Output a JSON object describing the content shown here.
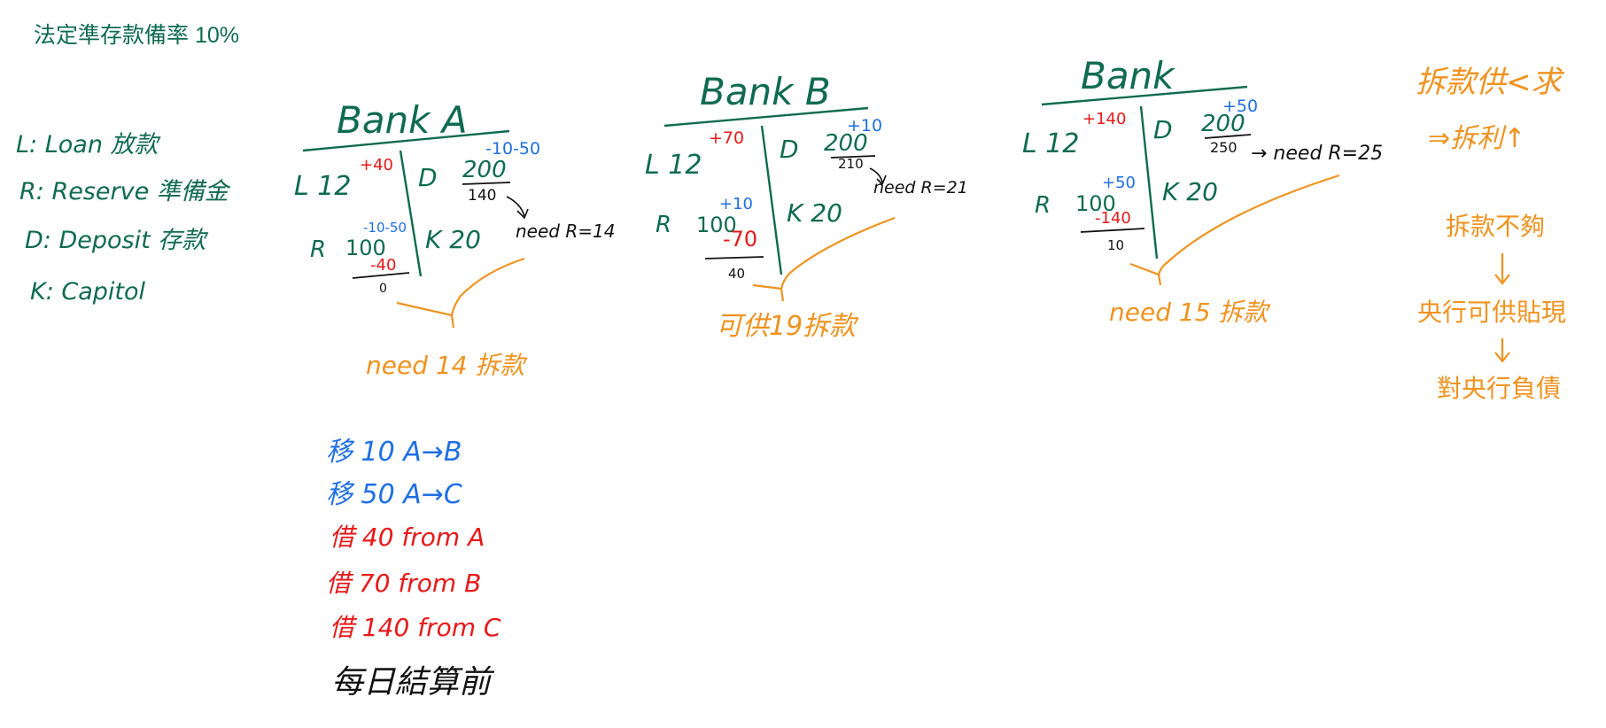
{
  "colors": {
    "green": "#0f6b4f",
    "blue": "#1f6fe5",
    "red": "#e81818",
    "orange": "#f0921e",
    "black": "#111111"
  },
  "title": "法定準存款備率 10%",
  "legend": [
    "L: Loan   放款",
    "R: Reserve  準備金",
    "D: Deposit  存款",
    "K: Capitol"
  ],
  "banks": [
    {
      "name": "Bank A",
      "loan": "L 12",
      "loan_change": "+40",
      "deposit_label": "D",
      "deposit_value": "200",
      "deposit_change": "-10-50",
      "deposit_new": "140",
      "need_reserve": "need R=14",
      "reserve_label": "R",
      "reserve_value": "100",
      "reserve_change": "-10-50",
      "reserve_borrow": "-40",
      "reserve_result": "0",
      "capital": "K  20",
      "bracket_note": "need 14 拆款"
    },
    {
      "name": "Bank B",
      "loan": "L 12",
      "loan_change": "+70",
      "deposit_label": "D",
      "deposit_value": "200",
      "deposit_change": "+10",
      "deposit_new": "210",
      "need_reserve": "need R=21",
      "reserve_label": "R",
      "reserve_value": "100",
      "reserve_change": "+10",
      "reserve_borrow": "-70",
      "reserve_result": "40",
      "capital": "K  20",
      "bracket_note": "可供19拆款"
    },
    {
      "name": "Bank",
      "loan": "L 12",
      "loan_change": "+140",
      "deposit_label": "D",
      "deposit_value": "200",
      "deposit_change": "+50",
      "deposit_new": "250",
      "need_reserve": "→ need R=25",
      "reserve_label": "R",
      "reserve_value": "100",
      "reserve_change": "+50",
      "reserve_borrow": "-140",
      "reserve_result": "10",
      "capital": "K  20",
      "bracket_note": "need 15 拆款"
    }
  ],
  "side_notes": {
    "rate_line1": "拆款供<求",
    "rate_line2": "⇒拆利↑",
    "shortage": "拆款不夠",
    "discount": "央行可供貼現",
    "liability": "對央行負債"
  },
  "transactions": [
    {
      "text": "移 10 A→B",
      "color": "blue"
    },
    {
      "text": "移 50 A→C",
      "color": "blue"
    },
    {
      "text": "借 40 from A",
      "color": "red"
    },
    {
      "text": "借 70 from B",
      "color": "red"
    },
    {
      "text": "借 140 from C",
      "color": "red"
    },
    {
      "text": "每日結算前",
      "color": "black"
    }
  ]
}
